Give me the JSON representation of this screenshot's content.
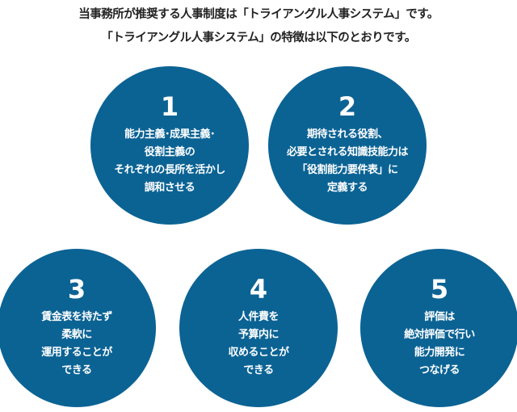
{
  "header": {
    "line1": "当事務所が推奨する人事制度は「トライアングル人事システム」です。",
    "line2": "「トライアングル人事システム」の特徴は以下のとおりです。"
  },
  "colors": {
    "circle": "#0b6394"
  },
  "features": [
    {
      "number": "1",
      "lines": [
        "能力主義･成果主義･",
        "役割主義の",
        "それぞれの長所を活かし",
        "調和させる"
      ]
    },
    {
      "number": "2",
      "lines": [
        "期待される役割、",
        "必要とされる知識技能力は",
        "「役割能力要件表」に",
        "定義する"
      ]
    },
    {
      "number": "3",
      "lines": [
        "賃金表を持たず",
        "柔軟に",
        "運用することが",
        "できる"
      ]
    },
    {
      "number": "4",
      "lines": [
        "人件費を",
        "予算内に",
        "収めることが",
        "できる"
      ]
    },
    {
      "number": "5",
      "lines": [
        "評価は",
        "絶対評価で行い",
        "能力開発に",
        "つなげる"
      ]
    }
  ]
}
